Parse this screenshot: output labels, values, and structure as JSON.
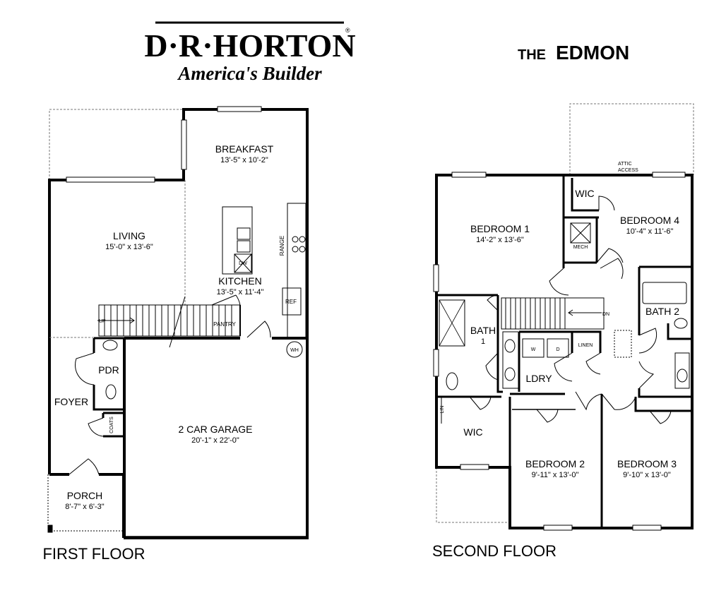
{
  "brand": {
    "name": "D·R·HORTON",
    "tagline": "America's Builder",
    "registered": "®"
  },
  "plan_name": "THE EDMON",
  "plan_name_prefix": "THE",
  "plan_name_main": "EDMON",
  "first_floor": {
    "caption": "FIRST FLOOR",
    "breakfast": {
      "label": "BREAKFAST",
      "dim": "13'-5\" x 10'-2\""
    },
    "living": {
      "label": "LIVING",
      "dim": "15'-0\" x 13'-6\""
    },
    "kitchen": {
      "label": "KITCHEN",
      "dim": "13'-5\" x 11'-4\""
    },
    "garage": {
      "label": "2 CAR GARAGE",
      "dim": "20'-1\" x 22'-0\""
    },
    "porch": {
      "label": "PORCH",
      "dim": "8'-7\" x 6'-3\""
    },
    "foyer": "FOYER",
    "pdr": "PDR",
    "coats": "COATS",
    "pantry": "PANTRY",
    "range": "RANGE",
    "ref": "REF",
    "dw": "DW",
    "wh": "WH",
    "up": "UP"
  },
  "second_floor": {
    "caption": "SECOND FLOOR",
    "bedroom1": {
      "label": "BEDROOM 1",
      "dim": "14'-2\" x 13'-6\""
    },
    "bedroom2": {
      "label": "BEDROOM 2",
      "dim": "9'-11\" x 13'-0\""
    },
    "bedroom3": {
      "label": "BEDROOM 3",
      "dim": "9'-10\" x 13'-0\""
    },
    "bedroom4": {
      "label": "BEDROOM 4",
      "dim": "10'-4\" x 11'-6\""
    },
    "bath1_line1": "BATH",
    "bath1_line2": "1",
    "bath2": "BATH 2",
    "wic_top": "WIC",
    "wic_bottom": "WIC",
    "mech": "MECH",
    "attic_line1": "ATTIC",
    "attic_line2": "ACCESS",
    "ldry": "LDRY",
    "linen": "LINEN",
    "lin": "LIN",
    "washer": "W",
    "dryer": "D",
    "dn": "DN"
  }
}
